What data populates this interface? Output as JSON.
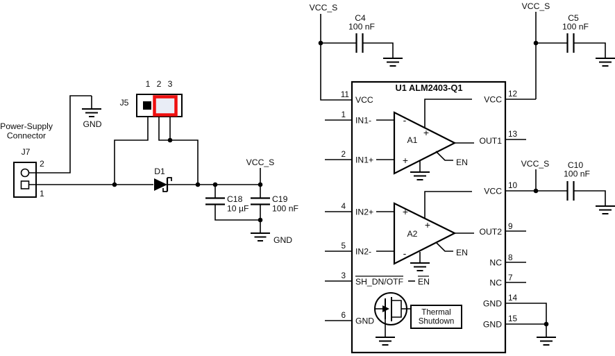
{
  "schematic": {
    "background": "#ffffff",
    "wire_color": "#000000",
    "highlight_color": "#ee0f0f",
    "shunt_fill": "#e9edf6",
    "power_supply_connector": {
      "caption_line1": "Power-Supply",
      "caption_line2": "Connector",
      "ref": "J7",
      "pin_top": "2",
      "pin_bottom": "1"
    },
    "gnd_label_top": "GND",
    "j5": {
      "ref": "J5",
      "pin1": "1",
      "pin2": "2",
      "pin3": "3"
    },
    "d1": {
      "ref": "D1"
    },
    "bulk_caps": {
      "vcc_s_label": "VCC_S",
      "c18_ref": "C18",
      "c18_value": "10 µF",
      "c19_ref": "C19",
      "c19_value": "100 nF",
      "gnd_label": "GND"
    },
    "rail_c4": {
      "net": "VCC_S",
      "ref": "C4",
      "value": "100 nF"
    },
    "rail_c5": {
      "net": "VCC_S",
      "ref": "C5",
      "value": "100 nF"
    },
    "rail_c10": {
      "net": "VCC_S",
      "ref": "C10",
      "value": "100 nF"
    },
    "ic": {
      "title": "U1 ALM2403-Q1",
      "pin11": {
        "num": "11",
        "label": "VCC"
      },
      "pin1": {
        "num": "1",
        "label": "IN1-"
      },
      "pin2": {
        "num": "2",
        "label": "IN1+"
      },
      "pin4": {
        "num": "4",
        "label": "IN2+"
      },
      "pin5": {
        "num": "5",
        "label": "IN2-"
      },
      "pin3": {
        "num": "3",
        "label": "SH_DN/OTF",
        "en": "EN"
      },
      "pin6": {
        "num": "6",
        "label": "GND"
      },
      "pin12": {
        "num": "12",
        "label": "VCC"
      },
      "pin13": {
        "num": "13",
        "label": "OUT1"
      },
      "pin10": {
        "num": "10",
        "label": "VCC"
      },
      "pin9": {
        "num": "9",
        "label": "OUT2"
      },
      "pin8": {
        "num": "8",
        "label": "NC"
      },
      "pin7": {
        "num": "7",
        "label": "NC"
      },
      "pin14": {
        "num": "14",
        "label": "GND"
      },
      "pin15": {
        "num": "15",
        "label": "GND"
      },
      "amp1": {
        "name": "A1",
        "in_top": "-",
        "in_bottom": "+",
        "supply": "+",
        "en": "EN"
      },
      "amp2": {
        "name": "A2",
        "in_top": "+",
        "in_bottom": "-",
        "supply": "+",
        "en": "EN"
      },
      "thermal_line1": "Thermal",
      "thermal_line2": "Shutdown"
    }
  }
}
